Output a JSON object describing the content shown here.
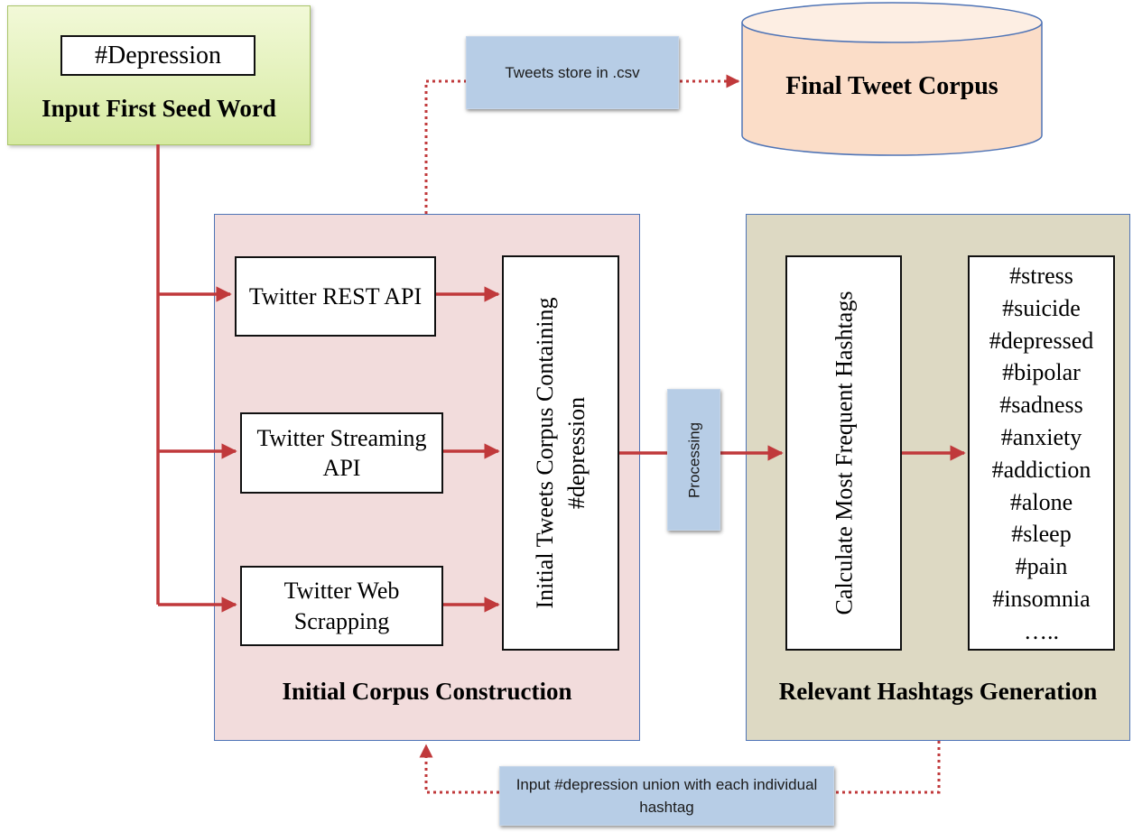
{
  "seed": {
    "word": "#Depression",
    "label": "Input  First  Seed Word"
  },
  "initial_corpus": {
    "apis": [
      {
        "label": "Twitter REST API"
      },
      {
        "label": "Twitter Streaming  API"
      },
      {
        "label": "Twitter Web Scrapping"
      }
    ],
    "corpus_box": {
      "line1": "Initial Tweets Corpus Containing",
      "line2": "#depression"
    },
    "panel_label": "Initial  Corpus  Construction"
  },
  "processing_note": "Processing",
  "relevant_hashtags": {
    "calc_label": "Calculate Most Frequent  Hashtags",
    "hashtags": [
      "#stress",
      "#suicide",
      "#depressed",
      "#bipolar",
      "#sadness",
      "#anxiety",
      "#addiction",
      "#alone",
      "#sleep",
      "#pain",
      "#insomnia",
      "….."
    ],
    "panel_label": "Relevant Hashtags  Generation"
  },
  "store_note": "Tweets store in .csv",
  "final_corpus": "Final Tweet  Corpus",
  "feedback_note": "Input #depression union with each individual hashtag",
  "colors": {
    "arrow": "#c0393b",
    "panel_border": "#4f74b6",
    "note_fill": "#b7cde6",
    "seed_fill": "#e4f2b8",
    "initial_panel_fill": "#f2dcdc",
    "relevant_panel_fill": "#ddd9c3",
    "cylinder_fill": "#fbddc8"
  }
}
